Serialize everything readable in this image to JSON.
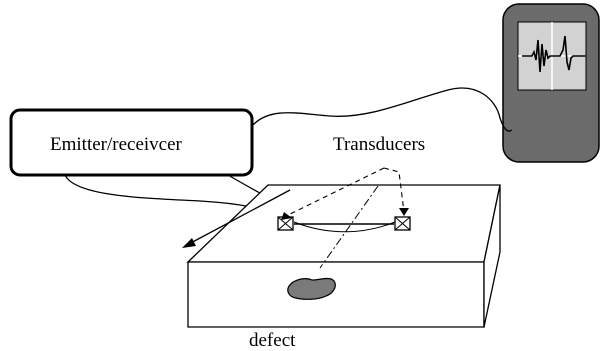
{
  "labels": {
    "emitter_receiver": "Emitter/receivcer",
    "transducers": "Transducers",
    "defect": "defect"
  },
  "colors": {
    "oscilloscope_body": "#6b6b6b",
    "screen": "#d2d2d2",
    "defect": "#7a7a7a",
    "line": "#000000"
  }
}
